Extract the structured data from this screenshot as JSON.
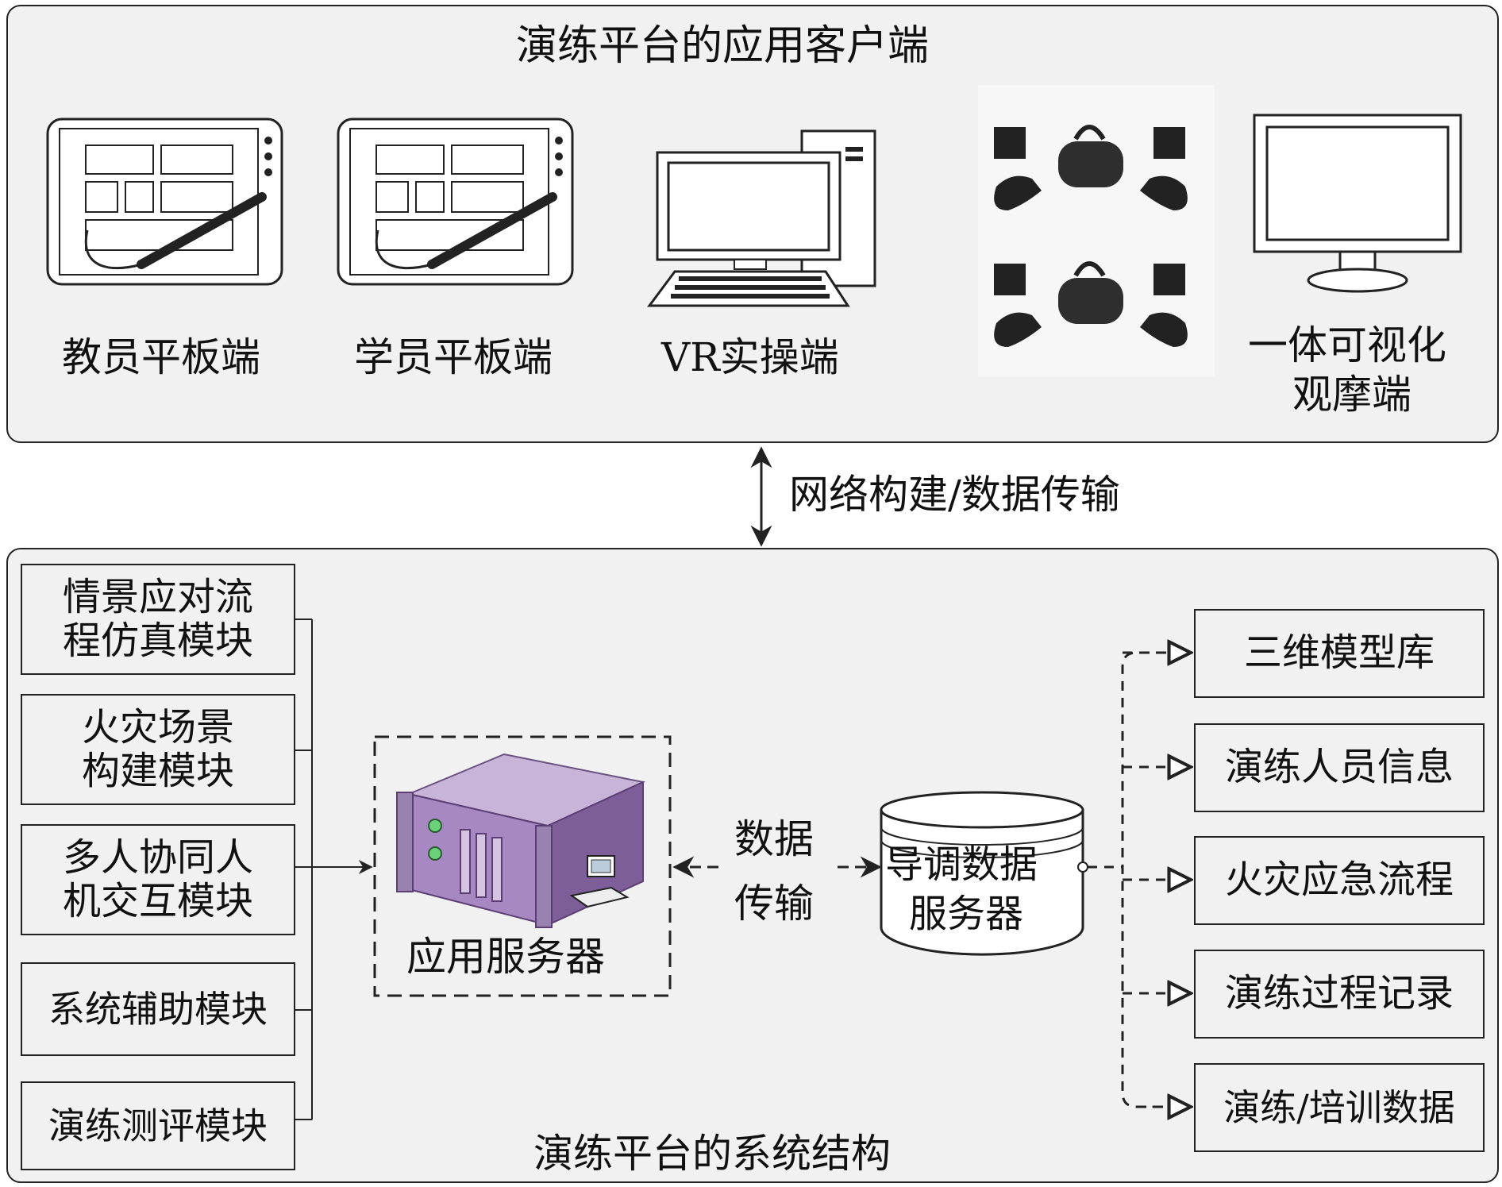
{
  "clients": {
    "title": "演练平台的应用客户端",
    "items": [
      {
        "label": "教员平板端"
      },
      {
        "label": "学员平板端"
      },
      {
        "label": "VR实操端"
      },
      {
        "label": "一体可视化",
        "label2": "观摩端"
      }
    ]
  },
  "network": {
    "label": "网络构建/数据传输"
  },
  "system": {
    "title": "演练平台的系统结构",
    "modules": [
      {
        "line1": "情景应对流",
        "line2": "程仿真模块"
      },
      {
        "line1": "火灾场景",
        "line2": "构建模块"
      },
      {
        "line1": "多人协同人",
        "line2": "机交互模块"
      },
      {
        "line1": "系统辅助模块"
      },
      {
        "line1": "演练测评模块"
      }
    ],
    "app_server": {
      "label": "应用服务器"
    },
    "transfer": {
      "line1": "数据",
      "line2": "传输"
    },
    "db_server": {
      "line1": "导调数据",
      "line2": "服务器"
    },
    "databases": [
      "三维模型库",
      "演练人员信息",
      "火灾应急流程",
      "演练过程记录",
      "演练/培训数据"
    ]
  }
}
